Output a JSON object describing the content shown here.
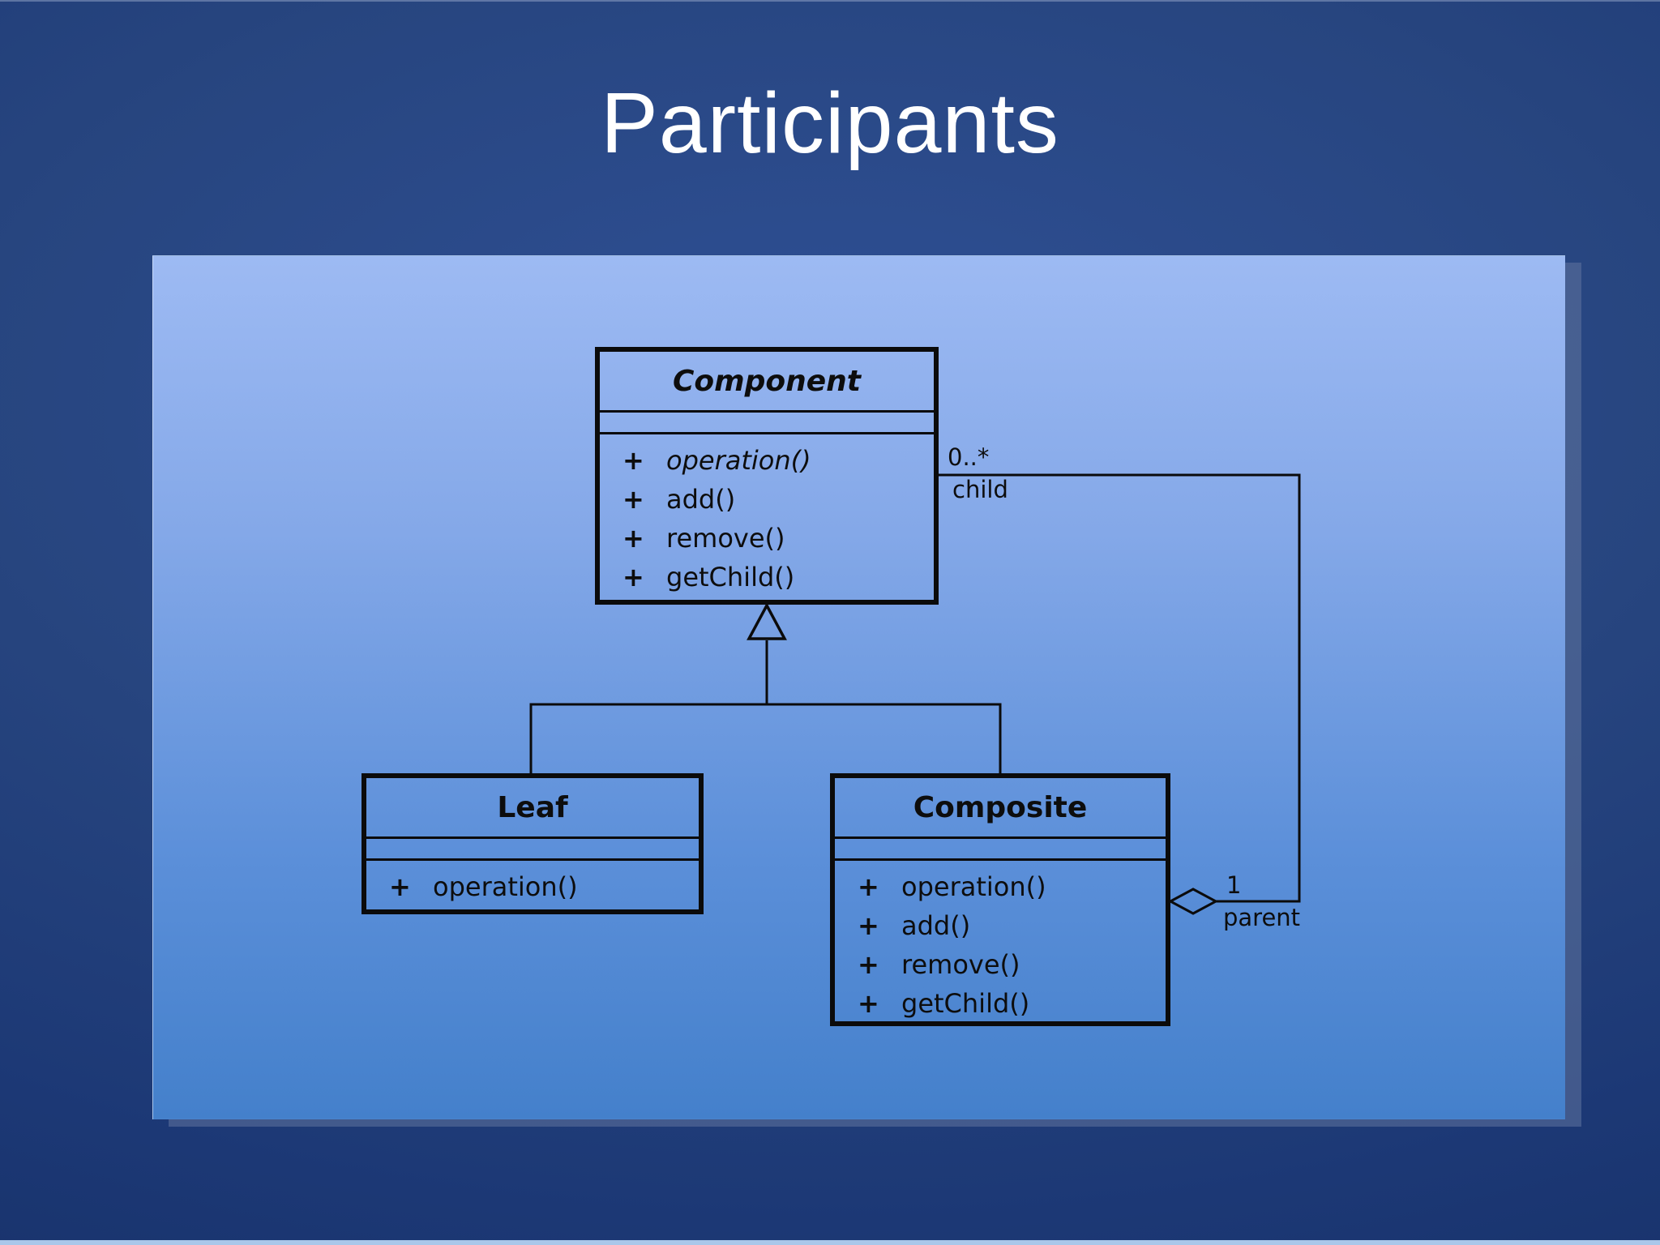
{
  "slide": {
    "title": "Participants"
  },
  "colors": {
    "background_navy": "#1c3875",
    "panel_top": "#9dbaf3",
    "panel_bottom": "#4480cb",
    "line_black": "#0b0b0b",
    "title_text": "#ffffff",
    "bottom_strip": "#a9c7ea"
  },
  "uml": {
    "classes": [
      {
        "name": "Component",
        "abstract": true,
        "methods": [
          {
            "vis": "+",
            "name": "operation()",
            "italic": true
          },
          {
            "vis": "+",
            "name": "add()"
          },
          {
            "vis": "+",
            "name": "remove()"
          },
          {
            "vis": "+",
            "name": "getChild()"
          }
        ]
      },
      {
        "name": "Leaf",
        "abstract": false,
        "methods": [
          {
            "vis": "+",
            "name": "operation()"
          }
        ]
      },
      {
        "name": "Composite",
        "abstract": false,
        "methods": [
          {
            "vis": "+",
            "name": "operation()"
          },
          {
            "vis": "+",
            "name": "add()"
          },
          {
            "vis": "+",
            "name": "remove()"
          },
          {
            "vis": "+",
            "name": "getChild()"
          }
        ]
      }
    ],
    "aggregation": {
      "child_multiplicity": "0..*",
      "child_role": "child",
      "parent_multiplicity": "1",
      "parent_role": "parent"
    }
  }
}
